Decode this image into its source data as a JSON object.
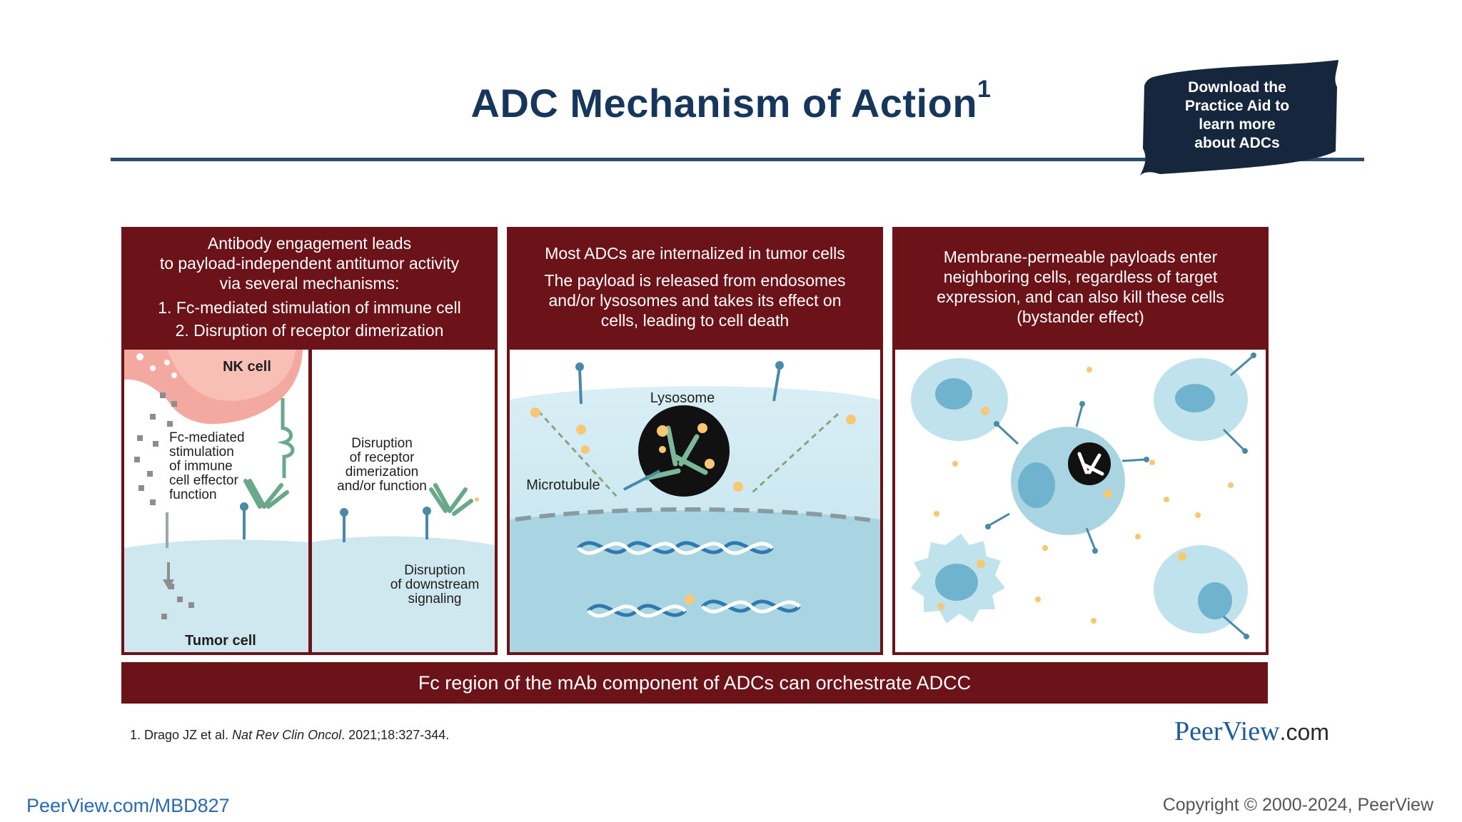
{
  "slide": {
    "title": "ADC Mechanism of Action",
    "title_superscript": "1"
  },
  "badge": {
    "line1": "Download the",
    "line2": "Practice Aid to",
    "line3": "learn more",
    "line4": "about ADCs",
    "color": "#16263c"
  },
  "panels": [
    {
      "header_lines": [
        "Antibody engagement leads",
        "to payload-independent antitumor activity",
        "via several mechanisms:",
        "1. Fc-mediated stimulation of immune cell",
        "2. Disruption of receptor dimerization"
      ],
      "labels": {
        "nk_cell": "NK cell",
        "fc_stim_1": "Fc-mediated",
        "fc_stim_2": "stimulation",
        "fc_stim_3": "of immune",
        "fc_stim_4": "cell effector",
        "fc_stim_5": "function",
        "tumor_cell": "Tumor cell",
        "disr_1": "Disruption",
        "disr_2": "of receptor",
        "disr_3": "dimerization",
        "disr_4": "and/or function",
        "down_1": "Disruption",
        "down_2": "of downstream",
        "down_3": "signaling"
      }
    },
    {
      "header_lines": [
        "Most ADCs are internalized in tumor cells",
        "The payload is released from endosomes",
        "and/or lysosomes and takes its effect on",
        "cells, leading to cell death"
      ],
      "labels": {
        "lysosome": "Lysosome",
        "microtubule": "Microtubule"
      }
    },
    {
      "header_lines": [
        "Membrane-permeable payloads enter",
        "neighboring cells, regardless of target",
        "expression, and can also kill these cells",
        "(bystander effect)"
      ]
    }
  ],
  "bottom_bar": "Fc region of the mAb component of ADCs can orchestrate ADCC",
  "reference": {
    "prefix": "1. Drago JZ et al. ",
    "journal": "Nat Rev Clin Oncol",
    "suffix": ". 2021;18:327-344."
  },
  "brand": {
    "name": "PeerView",
    "suffix": ".com"
  },
  "footer": {
    "link": "PeerView.com/MBD827",
    "copyright": "Copyright © 2000-2024, PeerView"
  },
  "colors": {
    "title": "#16365c",
    "panel_header": "#6b1318",
    "cell_blue": "#bfe2ec",
    "nucleus": "#6fb3cf",
    "nk_cell": "#f4a9a0",
    "payload_dot": "#f7c873",
    "link": "#2a6ab3"
  }
}
